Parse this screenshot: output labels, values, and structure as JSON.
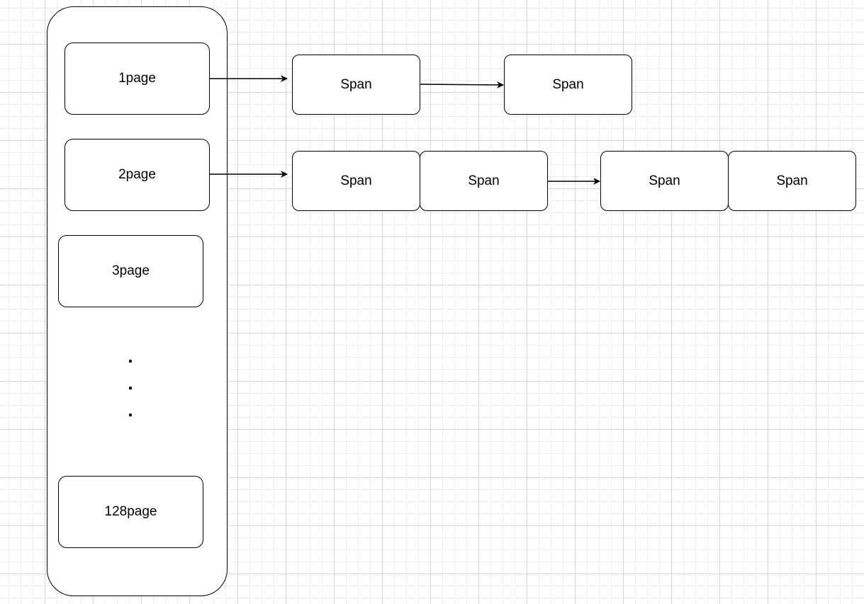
{
  "diagram": {
    "container": {
      "name": "page-list-container"
    },
    "pages": [
      {
        "id": "page-1",
        "label": "1page"
      },
      {
        "id": "page-2",
        "label": "2page"
      },
      {
        "id": "page-3",
        "label": "3page"
      },
      {
        "id": "page-128",
        "label": "128page"
      }
    ],
    "ellipsis": ".",
    "spans": [
      {
        "id": "span-1a",
        "label": "Span"
      },
      {
        "id": "span-1b",
        "label": "Span"
      },
      {
        "id": "span-2a",
        "label": "Span"
      },
      {
        "id": "span-2b",
        "label": "Span"
      },
      {
        "id": "span-2c",
        "label": "Span"
      },
      {
        "id": "span-2d",
        "label": "Span"
      }
    ],
    "edges": [
      {
        "from": "page-1",
        "to": "span-1a"
      },
      {
        "from": "span-1a",
        "to": "span-1b"
      },
      {
        "from": "page-2",
        "to": "span-2a"
      },
      {
        "from": "span-2b",
        "to": "span-2c"
      }
    ],
    "colors": {
      "stroke": "#000000",
      "fill": "#ffffff",
      "grid": "#d6d6d6"
    }
  }
}
